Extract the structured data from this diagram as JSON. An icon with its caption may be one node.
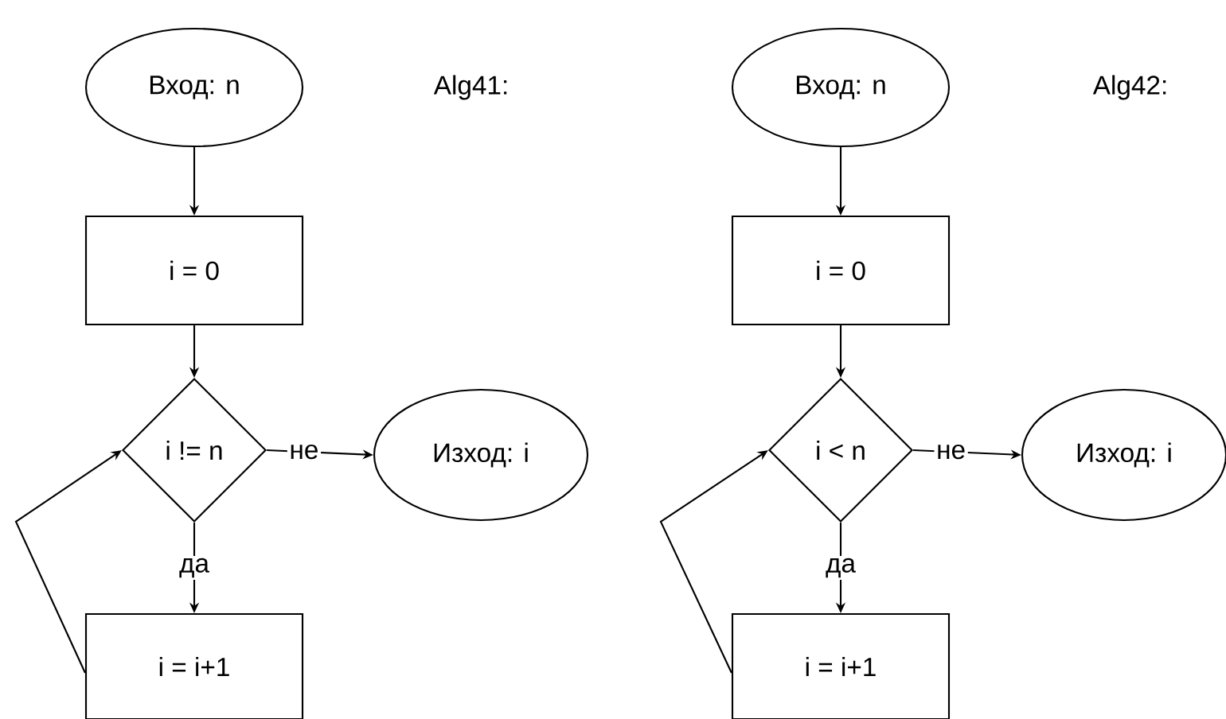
{
  "diagram": {
    "nodes": [
      {
        "text": [
          "Вход: n"
        ]
      },
      {
        "text": [
          "i = 0"
        ]
      },
      {
        "text": [
          "i != n"
        ]
      },
      {
        "text": [
          "Изход: i"
        ]
      },
      {
        "text": [
          "i = i+1"
        ]
      },
      {
        "text": [
          "Вход: n"
        ]
      },
      {
        "text": [
          "i = 0"
        ]
      },
      {
        "text": [
          "i < n"
        ]
      },
      {
        "text": [
          "Изход: i"
        ]
      },
      {
        "text": [
          "i = i+1"
        ]
      }
    ],
    "edges": [
      {
        "from": 0,
        "to": 1,
        "arrow": "to"
      },
      {
        "from": 1,
        "to": 2,
        "arrow": "to"
      },
      {
        "from": 2,
        "to": 3,
        "arrow": "to",
        "label": "не"
      },
      {
        "from": 2,
        "to": 4,
        "arrow": "to",
        "label": "да"
      },
      {
        "from": 4,
        "to": 2,
        "arrow": "to"
      },
      {
        "from": 5,
        "to": 6,
        "arrow": "to"
      },
      {
        "from": 6,
        "to": 7,
        "arrow": "to"
      },
      {
        "from": 7,
        "to": 8,
        "arrow": "to",
        "label": "не"
      },
      {
        "from": 7,
        "to": 9,
        "arrow": "to",
        "label": "да"
      },
      {
        "from": 9,
        "to": 7,
        "arrow": "to"
      }
    ],
    "labels": [
      "Alg41:",
      "Alg42:"
    ]
  }
}
